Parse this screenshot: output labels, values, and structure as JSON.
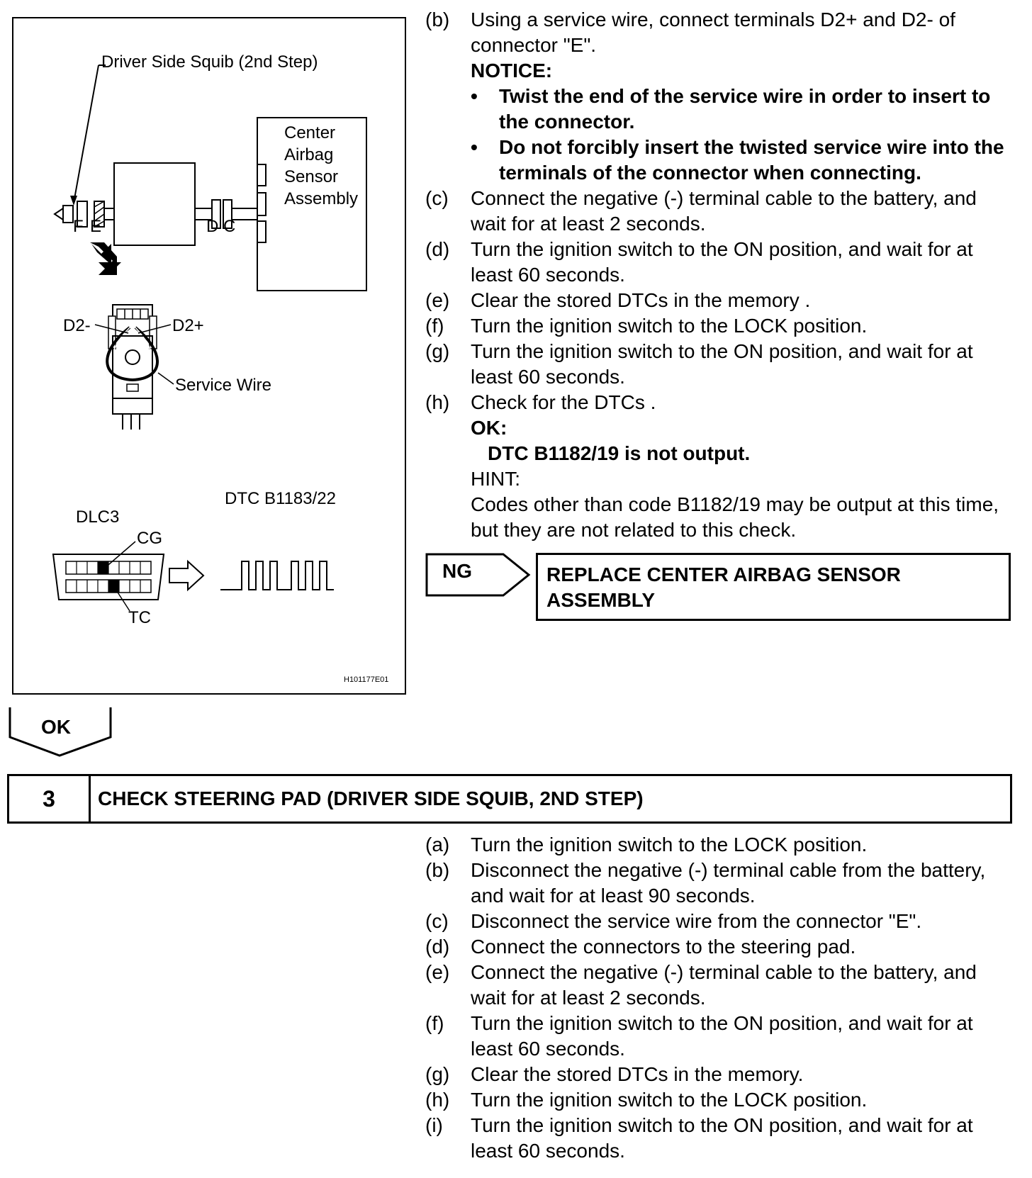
{
  "figure": {
    "labels": {
      "driver_squib": "Driver Side Squib (2nd Step)",
      "center_airbag": "Center\nAirbag\nSensor\nAssembly",
      "connector_f": "F",
      "connector_e": "E",
      "connector_dc": "D C",
      "d2_minus": "D2-",
      "d2_plus": "D2+",
      "service_wire": "Service Wire",
      "dtc_code": "DTC B1183/22",
      "dlc3": "DLC3",
      "cg": "CG",
      "tc": "TC",
      "figure_id": "H101177E01"
    }
  },
  "upper_steps": {
    "b": {
      "letter": "(b)",
      "text": "Using a service wire, connect terminals D2+ and D2- of connector \"E\"."
    },
    "notice_title": "NOTICE:",
    "notice_bullets": [
      "Twist the end of the service wire in order to insert to the connector.",
      "Do not forcibly insert the twisted service wire into the terminals of the connector when connecting."
    ],
    "bullet_char": "•",
    "rest": [
      {
        "letter": "(c)",
        "text": "Connect the negative (-) terminal cable to the battery, and wait for at least 2 seconds."
      },
      {
        "letter": "(d)",
        "text": "Turn the ignition switch to the ON position, and wait for at least 60 seconds."
      },
      {
        "letter": "(e)",
        "text": "Clear the stored DTCs in the memory ."
      },
      {
        "letter": "(f)",
        "text": "Turn the ignition switch to the LOCK position."
      },
      {
        "letter": "(g)",
        "text": "Turn the ignition switch to the ON position, and wait for at least 60 seconds."
      },
      {
        "letter": "(h)",
        "text": "Check for the DTCs ."
      }
    ],
    "ok_title": "OK:",
    "ok_text": "DTC B1182/19 is not output.",
    "hint_title": "HINT:",
    "hint_text": "Codes other than code B1182/19 may be output at this time, but they are not related to this check."
  },
  "ng": {
    "label": "NG",
    "action": "REPLACE CENTER AIRBAG SENSOR ASSEMBLY"
  },
  "ok_tab": {
    "label": "OK"
  },
  "section": {
    "number": "3",
    "title": "CHECK STEERING PAD (DRIVER SIDE SQUIB, 2ND STEP)"
  },
  "lower_steps": [
    {
      "letter": "(a)",
      "text": "Turn the ignition switch to the LOCK position."
    },
    {
      "letter": "(b)",
      "text": "Disconnect the negative (-) terminal cable from the battery, and wait for at least 90 seconds."
    },
    {
      "letter": "(c)",
      "text": "Disconnect the service wire from the connector \"E\"."
    },
    {
      "letter": "(d)",
      "text": "Connect the connectors to the steering pad."
    },
    {
      "letter": "(e)",
      "text": "Connect the negative (-) terminal cable to the battery, and wait for at least 2 seconds."
    },
    {
      "letter": "(f)",
      "text": "Turn the ignition switch to the ON position, and wait for at least 60 seconds."
    },
    {
      "letter": "(g)",
      "text": "Clear the stored DTCs in the memory."
    },
    {
      "letter": "(h)",
      "text": "Turn the ignition switch to the LOCK position."
    },
    {
      "letter": "(i)",
      "text": "Turn the ignition switch to the ON position, and wait for at least 60 seconds."
    }
  ]
}
